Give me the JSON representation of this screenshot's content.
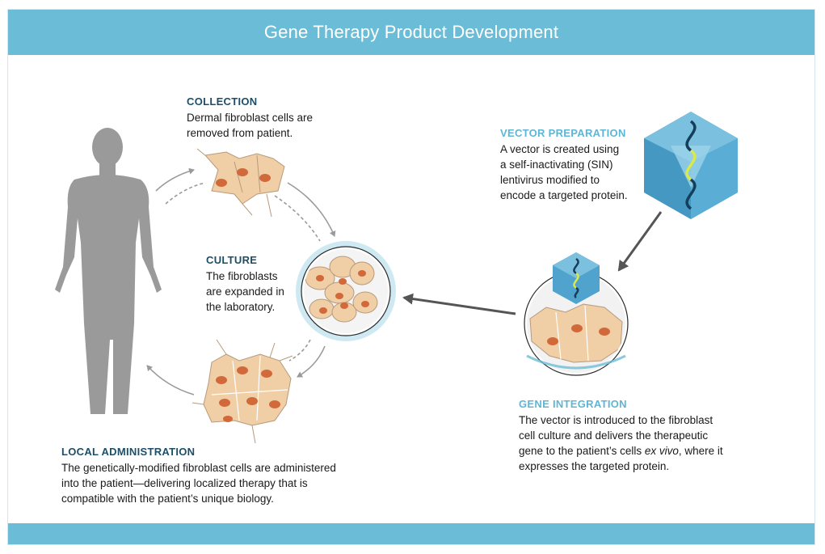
{
  "title": "Gene Therapy Product Development",
  "colors": {
    "header_bg": "#6bbdd7",
    "heading_dark": "#1c4e67",
    "heading_light": "#5db6d6",
    "cell_fill": "#f0cfa6",
    "nucleus": "#d2693a",
    "silhouette": "#9a9a9a",
    "vector_blue": "#4fa3cc",
    "dna_dark": "#143e5a",
    "dna_green": "#d9e84a"
  },
  "steps": {
    "collection": {
      "heading": "COLLECTION",
      "lines": [
        "Dermal fibroblast cells are",
        "removed from patient."
      ]
    },
    "culture": {
      "heading": "CULTURE",
      "lines": [
        "The fibroblasts",
        "are expanded in",
        "the laboratory."
      ]
    },
    "vector": {
      "heading": "VECTOR PREPARATION",
      "lines": [
        "A vector is created using",
        "a self-inactivating (SIN)",
        "lentivirus modified to",
        "encode a targeted protein."
      ]
    },
    "integration": {
      "heading": "GENE INTEGRATION",
      "lines": [
        "The vector is introduced to the fibroblast",
        "cell culture and delivers the therapeutic"
      ],
      "line3_pre": "gene to the patient’s cells ",
      "line3_em": "ex vivo",
      "line3_post": ", where it",
      "line4": "expresses the targeted protein."
    },
    "administration": {
      "heading": "LOCAL ADMINISTRATION",
      "lines": [
        "The genetically-modified fibroblast cells are administered",
        "into the patient—delivering localized therapy that is",
        "compatible with the patient’s unique biology."
      ]
    }
  },
  "icons": {
    "patient": "human-silhouette-icon",
    "vector": "lentivirus-icon",
    "dish": "petri-dish-icon"
  }
}
